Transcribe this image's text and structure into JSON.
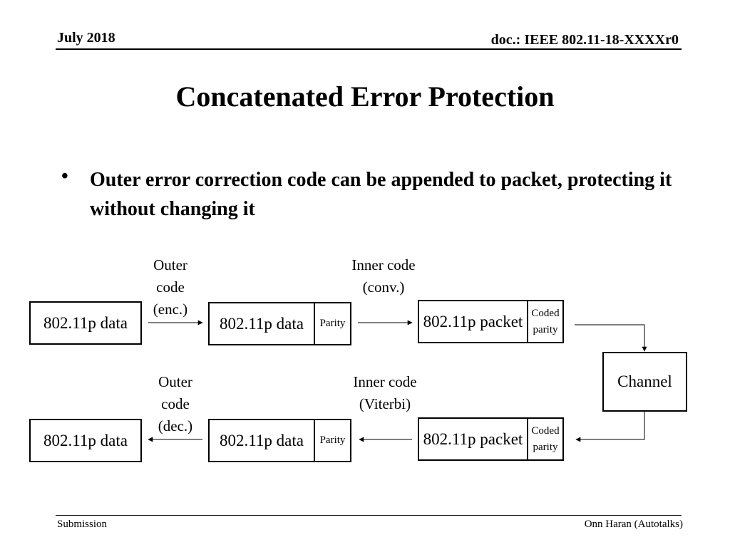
{
  "header": {
    "date": "July 2018",
    "doc": "doc.: IEEE 802.11-18-XXXXr0"
  },
  "title": "Concatenated Error Protection",
  "bullet": {
    "marker": "•",
    "text": "Outer error correction code can be appended to packet, protecting it without changing it"
  },
  "diagram": {
    "tx": {
      "data_box": "802.11p data",
      "outer_label": "Outer code (enc.)",
      "encoded_data": "802.11p data",
      "parity": "Parity",
      "inner_label": "Inner code (conv.)",
      "packet": "802.11p packet",
      "coded_parity": "Coded parity"
    },
    "channel": "Channel",
    "rx": {
      "packet": "802.11p packet",
      "coded_parity": "Coded parity",
      "inner_label": "Inner code (Viterbi)",
      "decoded_data": "802.11p data",
      "parity": "Parity",
      "outer_label": "Outer code (dec.)",
      "data_box": "802.11p data"
    }
  },
  "footer": {
    "left": "Submission",
    "right": "Onn Haran (Autotalks)"
  }
}
